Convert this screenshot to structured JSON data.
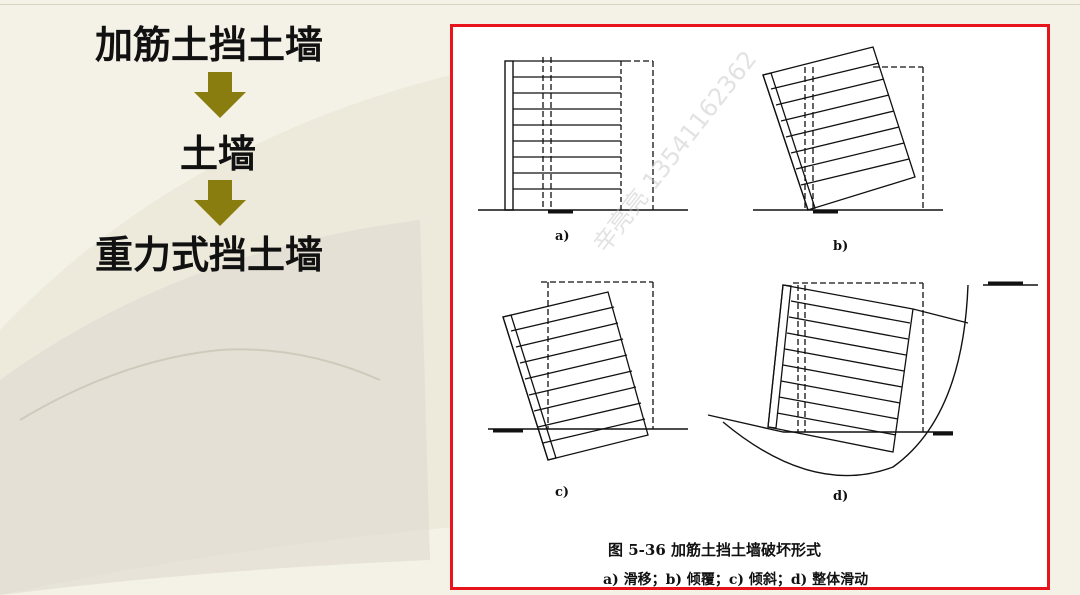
{
  "slide": {
    "lines": [
      "加筋土挡土墙",
      "土墙",
      "重力式挡土墙"
    ],
    "arrow_color": "#8a7d0f"
  },
  "figure": {
    "labels": {
      "a": "a)",
      "b": "b)",
      "c": "c)",
      "d": "d)"
    },
    "caption_title": "图 5-36   加筋土挡土墙破坏形式",
    "caption_sub": "a) 滑移；b) 倾覆；c) 倾斜；d) 整体滑动",
    "watermark": "辛亮亮 13541162362",
    "border_color": "#e8141b"
  }
}
